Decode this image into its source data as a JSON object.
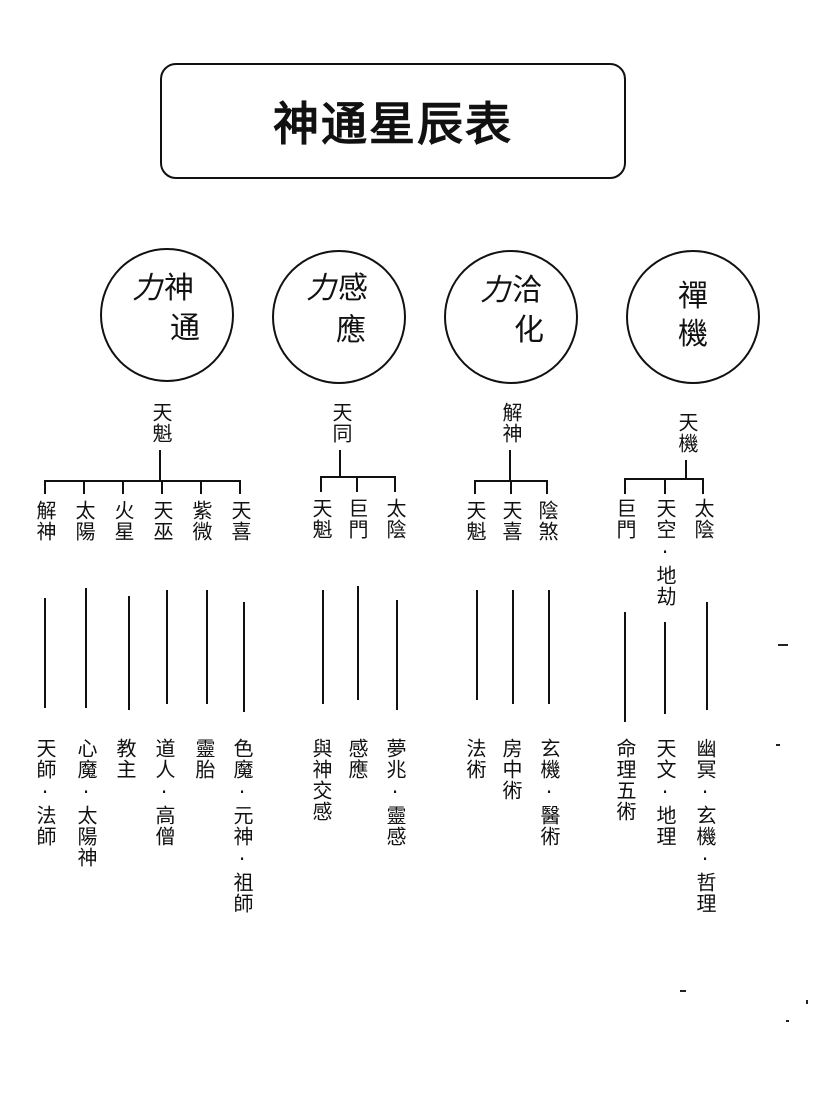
{
  "title": "神通星辰表",
  "groups": [
    {
      "prefix": "力",
      "lines": [
        "神",
        "通"
      ],
      "head": "天魁",
      "children": [
        {
          "star": "解神",
          "meaning": "天師·法師"
        },
        {
          "star": "太陽",
          "meaning": "心魔·太陽神"
        },
        {
          "star": "火星",
          "meaning": "教主"
        },
        {
          "star": "天巫",
          "meaning": "道人·高僧"
        },
        {
          "star": "紫微",
          "meaning": "靈胎"
        },
        {
          "star": "天喜",
          "meaning": "色魔·元神·祖師"
        }
      ]
    },
    {
      "prefix": "力",
      "lines": [
        "感",
        "應"
      ],
      "head": "天同",
      "children": [
        {
          "star": "天魁",
          "meaning": "與神交感"
        },
        {
          "star": "巨門",
          "meaning": "感應"
        },
        {
          "star": "太陰",
          "meaning": "夢兆·靈感"
        }
      ]
    },
    {
      "prefix": "力",
      "lines": [
        "洽",
        "化"
      ],
      "head": "解神",
      "children": [
        {
          "star": "天魁",
          "meaning": "法術"
        },
        {
          "star": "天喜",
          "meaning": "房中術"
        },
        {
          "star": "陰煞",
          "meaning": "玄機·醫術"
        }
      ]
    },
    {
      "prefix": "",
      "lines": [
        "禪",
        "機"
      ],
      "head": "天機",
      "children": [
        {
          "star": "巨門",
          "meaning": "命理五術"
        },
        {
          "star": "天空·地劫",
          "meaning": "天文·地理"
        },
        {
          "star": "太陰",
          "meaning": "幽冥·玄機·哲理"
        }
      ]
    }
  ]
}
